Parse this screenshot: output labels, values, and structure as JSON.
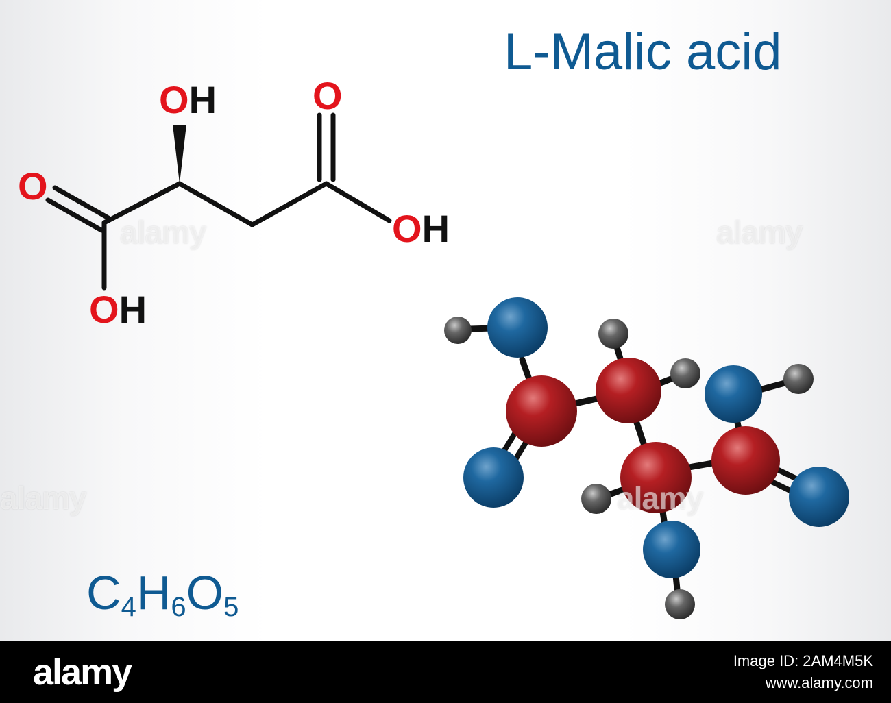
{
  "title": "L-Malic acid",
  "formula": {
    "parts": [
      {
        "text": "C",
        "sub": "4"
      },
      {
        "text": "H",
        "sub": "6"
      },
      {
        "text": "O",
        "sub": "5"
      }
    ]
  },
  "structure_labels": {
    "oh_top": {
      "el": "O",
      "h": "H"
    },
    "o_top": {
      "el": "O"
    },
    "o_left": {
      "el": "O"
    },
    "oh_right": {
      "el": "O",
      "h": "H"
    },
    "oh_bottom": {
      "el": "O",
      "h": "H"
    }
  },
  "watermark": "alamy",
  "footer": {
    "brand": "alamy",
    "image_id": "Image ID: 2AM4M5K",
    "url": "www.alamy.com"
  },
  "colors": {
    "title_blue": "#0f5a92",
    "oxygen_label_red": "#e3141c",
    "bond_black": "#111111",
    "oxygen_ball_blue": "#1a5d91",
    "carbon_ball_red": "#b01c1f",
    "hydrogen_ball_gray": "#4d4d4d"
  }
}
